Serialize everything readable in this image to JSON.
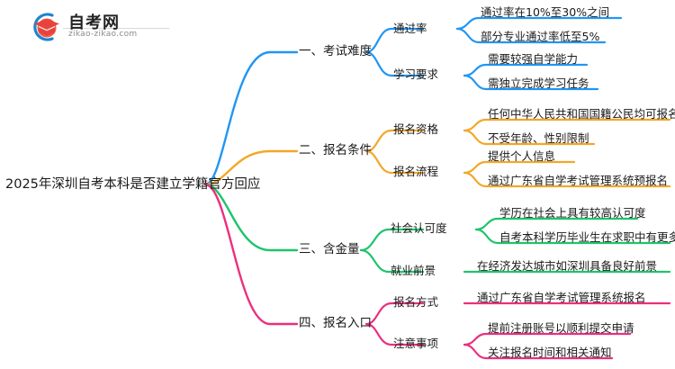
{
  "logo": {
    "name": "zikao-logo",
    "title_cn": "自考网",
    "url": "zikao-zikao.com",
    "arc_color": "#1d84d0",
    "cap_color": "#e8433a"
  },
  "mindmap": {
    "root": {
      "label": "2025年深圳自考本科是否建立学籍官方回应"
    },
    "branches": [
      {
        "label": "一、考试难度",
        "color": "#2196f3",
        "children": [
          {
            "label": "通过率",
            "leaves": [
              "通过率在10%至30%之间",
              "部分专业通过率低至5%"
            ]
          },
          {
            "label": "学习要求",
            "leaves": [
              "需要较强自学能力",
              "需独立完成学习任务"
            ]
          }
        ]
      },
      {
        "label": "二、报名条件",
        "color": "#f2a828",
        "children": [
          {
            "label": "报名资格",
            "leaves": [
              "任何中华人民共和国国籍公民均可报名",
              "不受年龄、性别限制"
            ]
          },
          {
            "label": "报名流程",
            "leaves": [
              "提供个人信息",
              "通过广东省自学考试管理系统预报名"
            ]
          }
        ]
      },
      {
        "label": "三、含金量",
        "color": "#1ec46b",
        "children": [
          {
            "label": "社会认可度",
            "leaves": [
              "学历在社会上具有较高认可度",
              "自考本科学历毕业生在求职中有更多机会"
            ]
          },
          {
            "label": "就业前景",
            "leaves": [
              "在经济发达城市如深圳具备良好前景"
            ]
          }
        ]
      },
      {
        "label": "四、报名入口",
        "color": "#ec2f7f",
        "children": [
          {
            "label": "报名方式",
            "leaves": [
              "通过广东省自学考试管理系统报名"
            ]
          },
          {
            "label": "注意事项",
            "leaves": [
              "提前注册账号以顺利提交申请",
              "关注报名时间和相关通知"
            ]
          }
        ]
      }
    ]
  }
}
